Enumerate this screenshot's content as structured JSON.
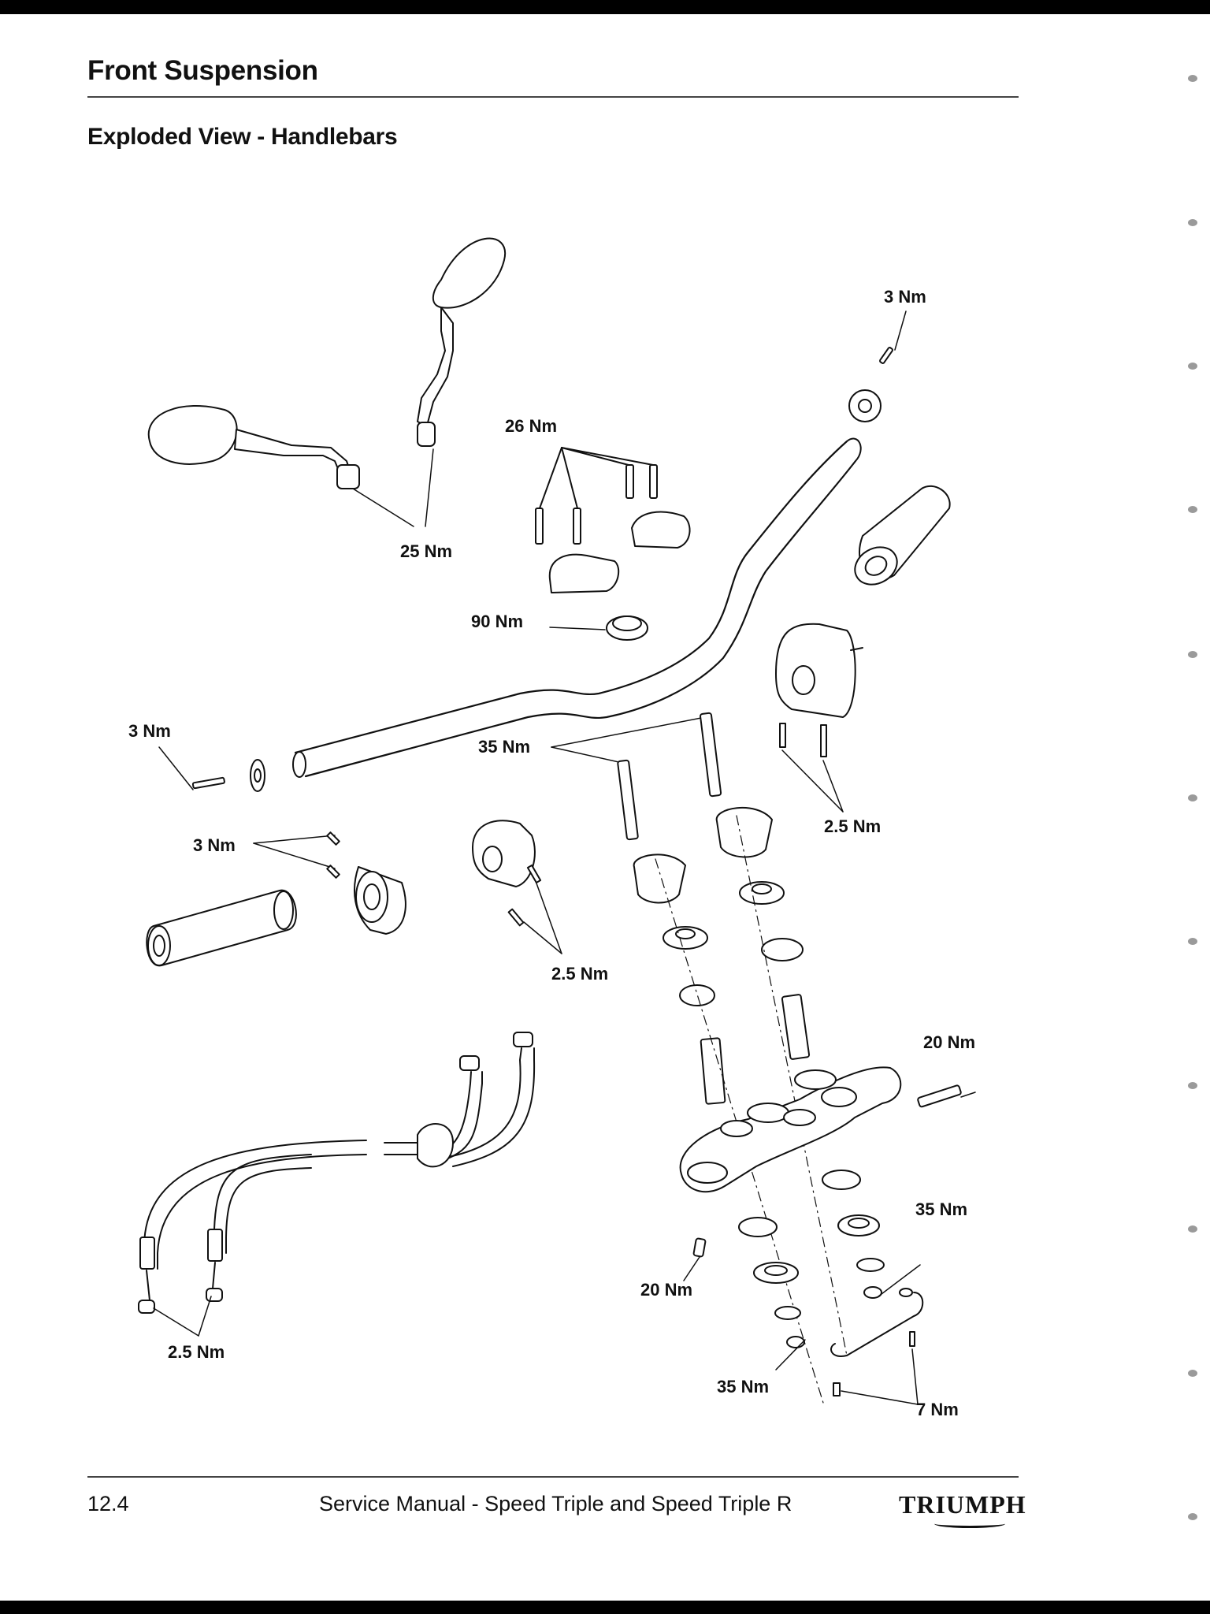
{
  "header": {
    "title": "Front Suspension",
    "subtitle": "Exploded View - Handlebars"
  },
  "callouts": {
    "mirror_torque": "25 Nm",
    "clamp_bolt_torque": "26 Nm",
    "nut_torque": "90 Nm",
    "bar_end_right_torque": "3 Nm",
    "bar_end_left_torque": "3 Nm",
    "riser_bolt_torque": "35 Nm",
    "switch_right_torque": "2.5 Nm",
    "throttle_screw_torque": "3 Nm",
    "switch_left_torque": "2.5 Nm",
    "cable_adjuster_torque": "2.5 Nm",
    "yoke_pinch_torque": "20 Nm",
    "steering_stem_torque": "20 Nm",
    "lower_nut_right_torque": "35 Nm",
    "lower_nut_left_torque": "35 Nm",
    "bracket_screw_torque": "7 Nm"
  },
  "footer": {
    "page_number": "12.4",
    "manual_title": "Service Manual - Speed Triple and Speed Triple R",
    "brand": "TRIUMPH"
  }
}
